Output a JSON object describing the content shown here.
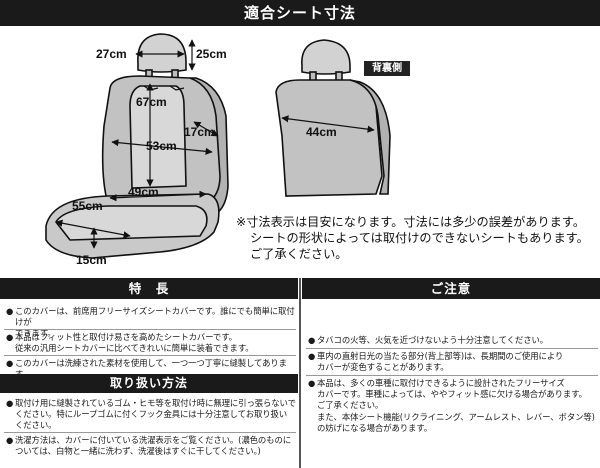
{
  "header": {
    "title": "適合シート寸法"
  },
  "figure": {
    "back_label": "背裏側",
    "dimensions": {
      "headrest_width": "27cm",
      "headrest_height": "25cm",
      "backrest_height": "67cm",
      "side_depth": "17cm",
      "backrest_width": "53cm",
      "cushion_width": "49cm",
      "cushion_depth": "55cm",
      "cushion_side": "15cm",
      "back_width": "44cm"
    }
  },
  "notes": [
    "※寸法表示は目安になります。寸法には多少の誤差があります。",
    "シートの形状によっては取付けのできないシートもあります。",
    "ご了承ください。"
  ],
  "features": {
    "title": "特　長",
    "items": [
      [
        "このカバーは、前席用フリーサイズシートカバーです。誰にでも簡単に取付けが",
        "できます。"
      ],
      [
        "本品はフィット性と取付け易さを高めたシートカバーです。",
        "従来の汎用シートカバーに比べてきれいに簡単に装着できます。"
      ],
      [
        "このカバーは洗練された素材を使用して、一つ一つ丁寧に縫製してあります。"
      ]
    ]
  },
  "handling": {
    "title": "取り扱い方法",
    "items": [
      [
        "取付け用に縫製されているゴム・ヒモ等を取付け時に無理に引っ張らないで",
        "ください。特にループゴムに付くフック金具には十分注意してお取り扱い",
        "ください。"
      ],
      [
        "洗濯方法は、カバーに付いている洗濯表示をご覧ください。(濃色のものに",
        "ついては、白物と一緒に洗わず、洗濯後はすぐに干してください。)"
      ]
    ]
  },
  "caution": {
    "title": "ご注意",
    "items": [
      [
        "タバコの火等、火気を近づけないよう十分注意してください。"
      ],
      [
        "車内の直射日光の当たる部分(背上部等)は、長期間のご使用により",
        "カバーが変色することがあります。"
      ],
      [
        "本品は、多くの車種に取付けできるように設計されたフリーサイズ",
        "カバーです。車種によっては、ややフィット感に欠ける場合があります。",
        "ご了承ください。",
        "また、本体シート機能(リクライニング、アームレスト、レバー、ボタン等)",
        "の妨げになる場合があります。"
      ]
    ]
  }
}
